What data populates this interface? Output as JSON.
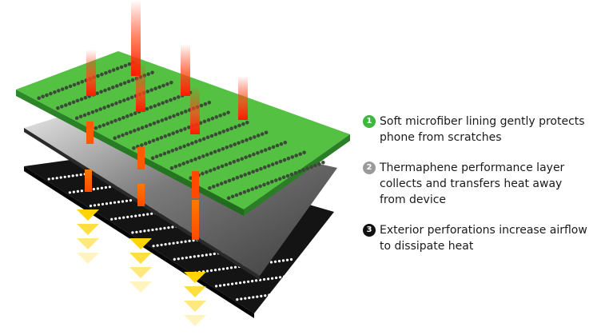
{
  "legend": [
    {
      "number": "1",
      "text": "Soft microfiber lining gently protects\nphone from scratches",
      "color": "#3db83d"
    },
    {
      "number": "2",
      "text": "Thermaphene performance layer\ncollects and transfers heat away\nfrom device",
      "color": "#9a9a9a"
    },
    {
      "number": "3",
      "text": "Exterior perforations increase airflow\nto dissipate heat",
      "color": "#111111"
    }
  ],
  "layers": [
    {
      "layer": "microfiber-lining",
      "color": "#55c143"
    },
    {
      "layer": "thermaphene-layer",
      "color": "#6a6a6a"
    },
    {
      "layer": "exterior-shell",
      "color": "#141414"
    }
  ]
}
